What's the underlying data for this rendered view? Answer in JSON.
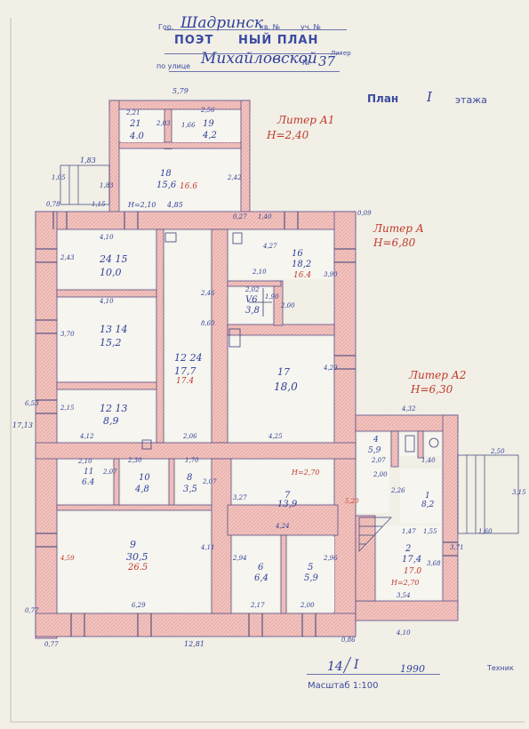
{
  "header": {
    "city_label": "Гор.",
    "city": "Шадринск",
    "quarter_label": "кв. №",
    "plot_label": "уч. №",
    "title": "ПОЭТ     НЫЙ ПЛАН",
    "street_label": "по улице",
    "street": "Михайловской",
    "liter_label": "Литер",
    "house_no": "37",
    "no_sign": "№"
  },
  "floor_plan": {
    "plan_label": "План",
    "floor": "I",
    "floor_suffix": "этажа"
  },
  "liters": [
    {
      "name": "Литер А1",
      "height": "H=2,40"
    },
    {
      "name": "Литер А",
      "height": "H=6,80"
    },
    {
      "name": "Литер А2",
      "height": "H=6,30"
    }
  ],
  "rooms": [
    {
      "no": "21",
      "area": "4.0"
    },
    {
      "no": "19",
      "area": "4,2"
    },
    {
      "no": "18",
      "area": "15,6",
      "red": "16.6"
    },
    {
      "no": "24 15",
      "area": "10,0"
    },
    {
      "no": "13 14",
      "area": "15,2"
    },
    {
      "no": "12 13",
      "area": "8,9"
    },
    {
      "no": "12 24",
      "area": "17,7",
      "red": "17.4"
    },
    {
      "no": "16",
      "area": "18,2",
      "red": "16.4"
    },
    {
      "no": "V6",
      "area": "3,8"
    },
    {
      "no": "17",
      "area": "18,0"
    },
    {
      "no": "11",
      "area": "6.4"
    },
    {
      "no": "10",
      "area": "4,8"
    },
    {
      "no": "8",
      "area": "3,5"
    },
    {
      "no": "9",
      "area": "30,5",
      "red": "26.5"
    },
    {
      "no": "7",
      "area": "13,9"
    },
    {
      "no": "6",
      "area": "6,4"
    },
    {
      "no": "5",
      "area": "5,9"
    },
    {
      "no": "4",
      "area": "5,9"
    },
    {
      "no": "1",
      "area": "8,2"
    },
    {
      "no": "2",
      "area": "17,4",
      "red": "17.0"
    }
  ],
  "dims": {
    "d579": "5,79",
    "d221": "2,21",
    "d256": "2,56",
    "d166": "1,66",
    "d203": "2,03",
    "d183a": "1,83",
    "d105": "1,05",
    "d183b": "1,83",
    "d115": "1,15",
    "d485": "4,85",
    "d242": "2,42",
    "d210h": "H=2,10",
    "d078": "0,78",
    "d140": "1,40",
    "d027": "0,27",
    "d009": "0,09",
    "d410a": "4,10",
    "d410b": "4,10",
    "d243": "2,43",
    "d370": "3,70",
    "d215": "2,15",
    "d653": "6,53",
    "d1713": "17,13",
    "d412": "4,12",
    "d206": "2,06",
    "d860": "8,60",
    "d246": "2,46",
    "d427": "4,27",
    "d390": "3,90",
    "d210b": "2,10",
    "d202": "2,02",
    "d190": "1,90",
    "d200": "2,00",
    "d429": "4,29",
    "d425": "4,25",
    "d432": "4,32",
    "d250": "2,50",
    "d315": "3,15",
    "d160": "1,60",
    "d371": "3,71",
    "d368": "3,68",
    "d354": "3,54",
    "d410c": "4,10",
    "h270a": "H=2,70",
    "h270b": "H=2,70",
    "d210c": "2,10",
    "d207a": "2,07",
    "d230": "2,30",
    "d170": "1,70",
    "d207b": "2,07",
    "d327": "3,27",
    "d424": "4,24",
    "d459": "4,59",
    "d411": "4,11",
    "d629": "6,29",
    "d294": "2,94",
    "d296": "2,96",
    "d217": "2,17",
    "d200b": "2,00",
    "d077a": "0,77",
    "d077b": "0,77",
    "d1281": "12,81",
    "d086": "0,86",
    "d520": "5,20",
    "d226": "2,26",
    "d207c": "2,07",
    "d140b": "1,40",
    "d155": "1,55",
    "d147": "1,47",
    "d200c": "2,00"
  },
  "footer": {
    "date_day": "14",
    "date_month": "I",
    "year": "1990",
    "scale": "Масштаб 1:100",
    "tech_label": "Техник"
  }
}
